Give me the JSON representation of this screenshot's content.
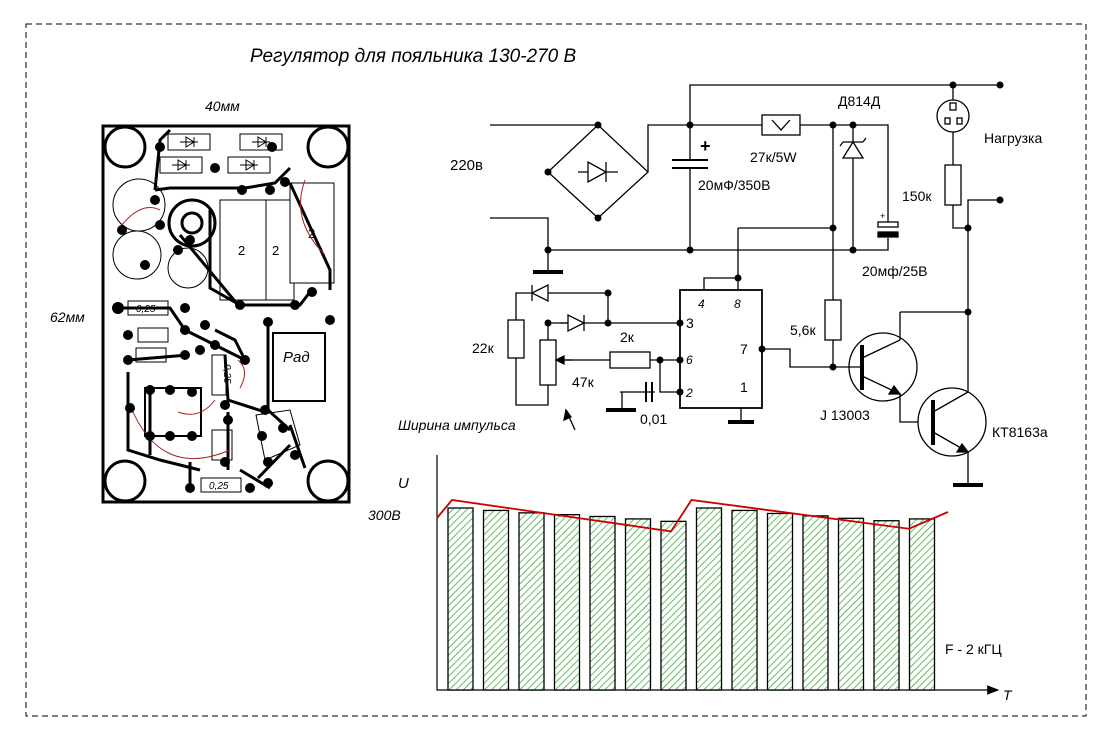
{
  "title": "Регулятор для пояльника 130-270 В",
  "pcb": {
    "width_label": "40мм",
    "height_label": "62мм",
    "cap_label": "2",
    "resistor_label": "0,25",
    "heatsink_label": "Рад"
  },
  "schematic": {
    "mains_label": "220в",
    "cap_main_label": "20мФ/350В",
    "resistor_drop_label": "27к/5W",
    "zener_label": "Д814Д",
    "load_label": "Нагрузка",
    "r_load_label": "150к",
    "cap_small_label": "20мф/25В",
    "r_22k_label": "22к",
    "r_2k_label": "2к",
    "r_47k_label": "47к",
    "c_001_label": "0,01",
    "r_56k_label": "5,6к",
    "pot_caption": "Ширина импульса",
    "pin4": "4",
    "pin8": "8",
    "pin3": "3",
    "pin6": "6",
    "pin2": "2",
    "pin7": "7",
    "pin1": "1",
    "q1_label": "J 13003",
    "q2_label": "КТ8163а",
    "plus": "+"
  },
  "chart_data": {
    "type": "bar",
    "ylabel": "U",
    "xlabel": "T",
    "y_mark_label": "300В",
    "frequency_label": "F - 2 кГЦ",
    "values": [
      300,
      296,
      292,
      289,
      286,
      282,
      278,
      300,
      296,
      291,
      287,
      283,
      279,
      282
    ],
    "envelope_color": "#cc0000",
    "hatch_color": "#3fae3f"
  }
}
